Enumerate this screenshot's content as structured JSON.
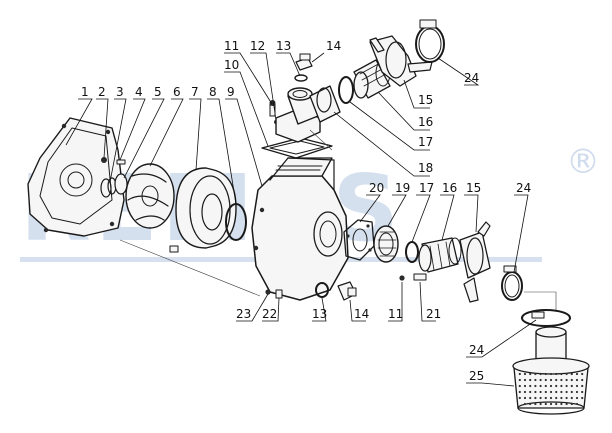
{
  "watermark": {
    "text": "REMAS",
    "registered_mark": "®",
    "color": "#c8d6ea"
  },
  "callouts": [
    {
      "label": "1"
    },
    {
      "label": "2"
    },
    {
      "label": "3"
    },
    {
      "label": "4"
    },
    {
      "label": "5"
    },
    {
      "label": "6"
    },
    {
      "label": "7"
    },
    {
      "label": "8"
    },
    {
      "label": "9"
    },
    {
      "label": "10"
    },
    {
      "label": "11"
    },
    {
      "label": "12"
    },
    {
      "label": "13"
    },
    {
      "label": "14"
    },
    {
      "label": "15"
    },
    {
      "label": "16"
    },
    {
      "label": "17"
    },
    {
      "label": "18"
    },
    {
      "label": "20"
    },
    {
      "label": "19"
    },
    {
      "label": "17"
    },
    {
      "label": "16"
    },
    {
      "label": "15"
    },
    {
      "label": "24"
    },
    {
      "label": "23"
    },
    {
      "label": "22"
    },
    {
      "label": "13"
    },
    {
      "label": "14"
    },
    {
      "label": "11"
    },
    {
      "label": "21"
    },
    {
      "label": "24"
    },
    {
      "label": "24"
    },
    {
      "label": "25"
    }
  ]
}
